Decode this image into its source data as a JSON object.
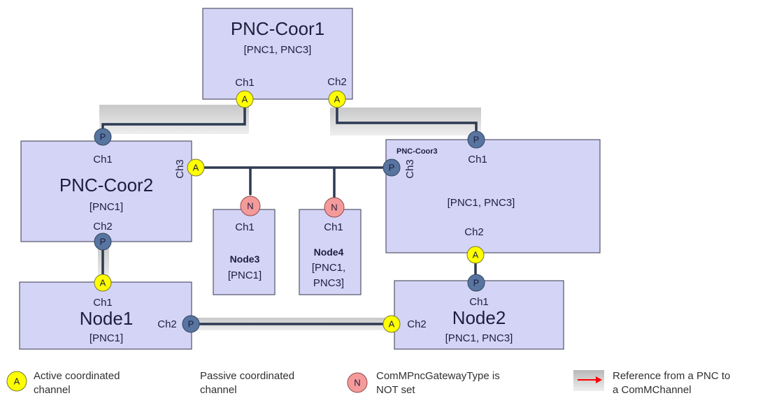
{
  "colors": {
    "box_fill": "#d4d4f7",
    "active": "#ffff00",
    "passive": "#5874a0",
    "not_set": "#f59a9a",
    "reference_arrow": "#ff0000",
    "wire": "#2d3a52"
  },
  "boxes": {
    "coor1": {
      "title": "PNC-Coor1",
      "pncs": "[PNC1, PNC3]"
    },
    "coor2": {
      "title": "PNC-Coor2",
      "pncs": "[PNC1]"
    },
    "coor3": {
      "title": "PNC-Coor3",
      "pncs": "[PNC1, PNC3]"
    },
    "node1": {
      "title": "Node1",
      "pncs": "[PNC1]"
    },
    "node2": {
      "title": "Node2",
      "pncs": "[PNC1, PNC3]"
    },
    "node3": {
      "title": "Node3",
      "pncs": "[PNC1]"
    },
    "node4": {
      "title": "Node4",
      "pncs_line1": "[PNC1,",
      "pncs_line2": "PNC3]"
    }
  },
  "channels": {
    "ch1": "Ch1",
    "ch2": "Ch2",
    "ch3": "Ch3"
  },
  "markers": {
    "active": "A",
    "passive": "P",
    "not_set": "N"
  },
  "legend": {
    "active_line1": "Active coordinated",
    "active_line2": "channel",
    "passive_line1": "Passive coordinated",
    "passive_line2": "channel",
    "notset_line1": "ComMPncGatewayType is",
    "notset_line2": "NOT set",
    "ref_line1": "Reference from a PNC to",
    "ref_line2": "a ComMChannel"
  }
}
